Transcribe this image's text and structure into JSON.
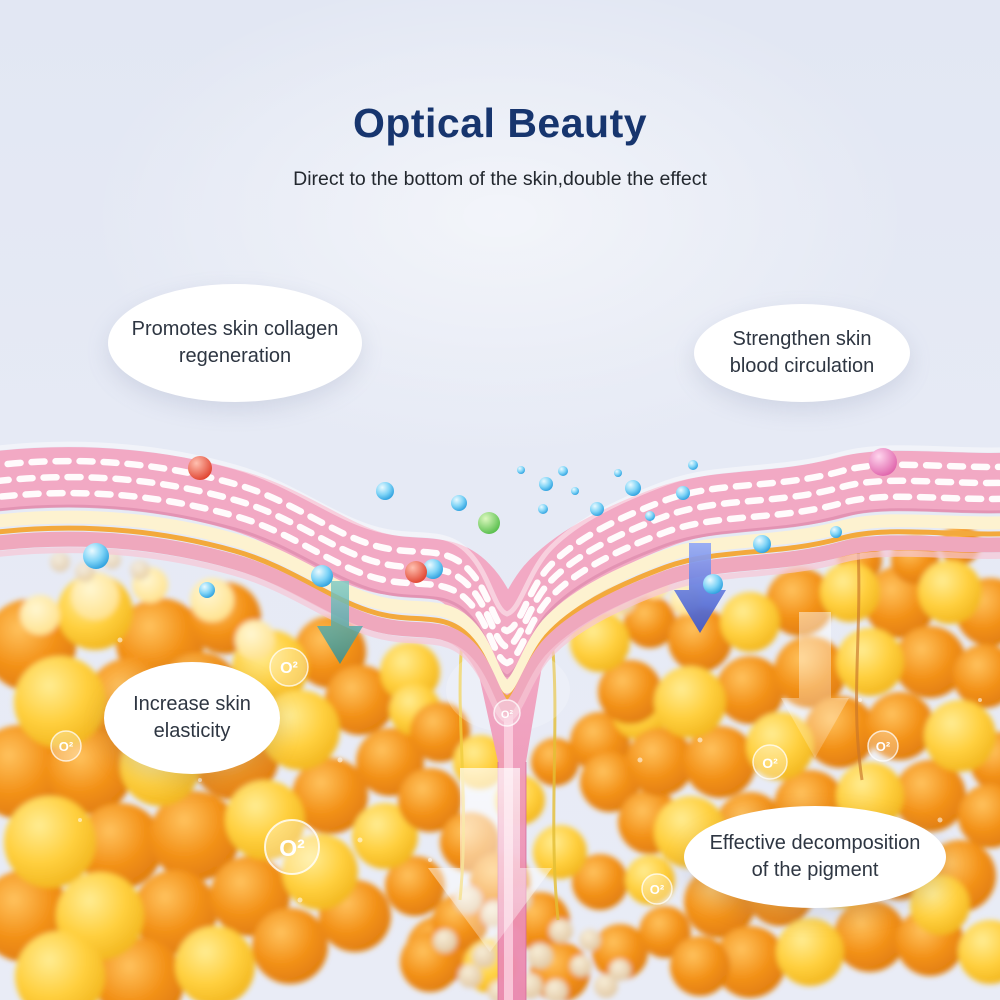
{
  "header": {
    "title": "Optical Beauty",
    "subtitle": "Direct to the bottom of the skin,double the effect"
  },
  "callouts": {
    "collagen": "Promotes skin collagen regeneration",
    "circulation": "Strengthen skin blood circulation",
    "elasticity": "Increase skin elasticity",
    "pigment": "Effective decomposition of the pigment"
  },
  "illustration": {
    "o2_label": "O²"
  },
  "colors": {
    "title": "#17356e",
    "body_text": "#2e3642",
    "background": "#e4e9f4",
    "skin_pink": "#f2a9c4",
    "fat_orange": "#f39117",
    "fat_yellow": "#ffcf3d",
    "arrow_teal": "#2e8f96",
    "arrow_blue": "#3d55c8"
  }
}
